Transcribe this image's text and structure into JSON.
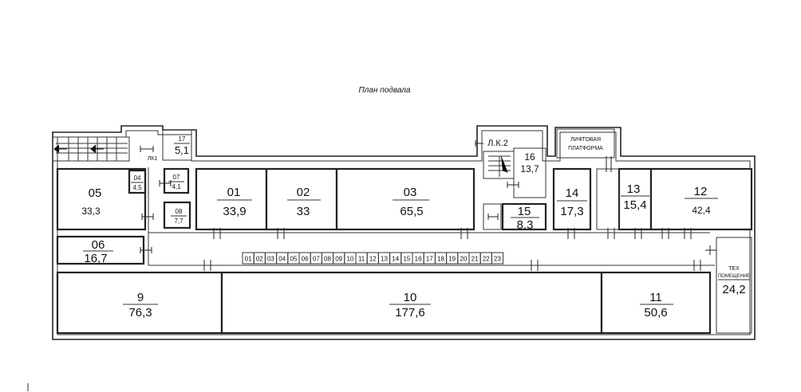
{
  "title": "План подвала",
  "rooms": [
    {
      "id": "r05",
      "number": "05",
      "area": "33,3"
    },
    {
      "id": "r06",
      "number": "06",
      "area": "16,7"
    },
    {
      "id": "r04",
      "number": "04",
      "area": "4,5"
    },
    {
      "id": "r07",
      "number": "07",
      "area": "4,1"
    },
    {
      "id": "r08",
      "number": "08",
      "area": "7,7"
    },
    {
      "id": "r17",
      "number": "17",
      "area": "5,1"
    },
    {
      "id": "r01",
      "number": "01",
      "area": "33,9"
    },
    {
      "id": "r02",
      "number": "02",
      "area": "33"
    },
    {
      "id": "r03",
      "number": "03",
      "area": "65,5"
    },
    {
      "id": "r15",
      "number": "15",
      "area": "8,3"
    },
    {
      "id": "r16",
      "number": "16",
      "area": "13,7"
    },
    {
      "id": "r14",
      "number": "14",
      "area": "17,3"
    },
    {
      "id": "r13",
      "number": "13",
      "area": "15,4"
    },
    {
      "id": "r12",
      "number": "12",
      "area": "42,4"
    },
    {
      "id": "r9",
      "number": "9",
      "area": "76,3"
    },
    {
      "id": "r10",
      "number": "10",
      "area": "177,6"
    },
    {
      "id": "r11",
      "number": "11",
      "area": "50,6"
    }
  ],
  "labels": {
    "lk1": "ЛК1",
    "lk2": "Л.К.2",
    "lift_line1": "ЛИФТОВАЯ",
    "lift_line2": "ПЛАТФОРМА",
    "tech_line1": "ТЕХ",
    "tech_line2": "ПОМЕЩЕНИЕ",
    "tech_area": "24,2"
  },
  "storage_cells": [
    "01",
    "02",
    "03",
    "04",
    "05",
    "06",
    "07",
    "08",
    "09",
    "10",
    "11",
    "12",
    "13",
    "14",
    "15",
    "16",
    "17",
    "18",
    "19",
    "20",
    "21",
    "22",
    "23"
  ]
}
